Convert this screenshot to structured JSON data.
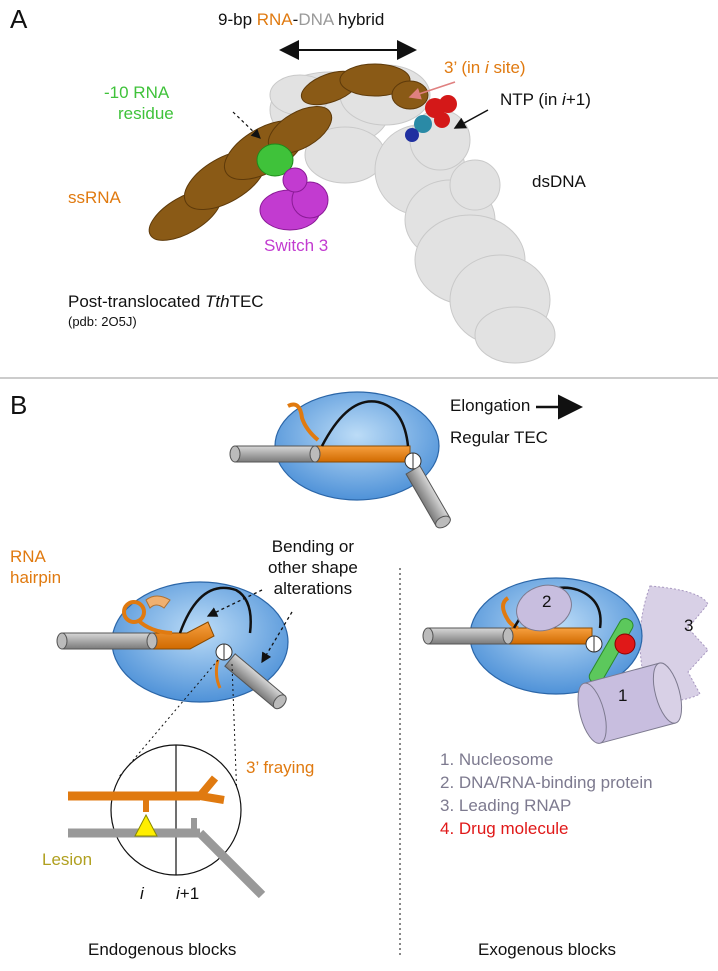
{
  "panelA": {
    "letter": "A",
    "hybrid_label_a": "9-bp ",
    "hybrid_label_b": "RNA",
    "hybrid_label_c": "-",
    "hybrid_label_d": "DNA",
    "hybrid_label_e": " hybrid",
    "three_prime_a": "3’ (in ",
    "three_prime_b": "i",
    "three_prime_c": " site)",
    "ntp_a": "NTP (in ",
    "ntp_b": "i",
    "ntp_c": "+1)",
    "minus10_line1": "-10 RNA",
    "minus10_line2": "residue",
    "ssrna": "ssRNA",
    "dsdna": "dsDNA",
    "switch3": "Switch 3",
    "post_a": "Post-translocated ",
    "post_b": "Tth",
    "post_c": "TEC",
    "pdb": "(pdb: 2O5J)"
  },
  "panelB": {
    "letter": "B",
    "elongation": "Elongation",
    "regular_tec": "Regular TEC",
    "rna_hairpin_line1": "RNA",
    "rna_hairpin_line2": "hairpin",
    "bending_line1": "Bending or",
    "bending_line2": "other shape",
    "bending_line3": "alterations",
    "fraying": "3’ fraying",
    "lesion": "Lesion",
    "site_i": "i",
    "site_i1_a": "i",
    "site_i1_b": "+1",
    "endogenous": "Endogenous blocks",
    "exogenous": "Exogenous blocks",
    "badge_1": "1",
    "badge_2": "2",
    "badge_3": "3",
    "legend": [
      {
        "text": "1. Nucleosome",
        "color": "#7d7a8f"
      },
      {
        "text": "2. DNA/RNA-binding protein",
        "color": "#7d7a8f"
      },
      {
        "text": "3. Leading RNAP",
        "color": "#7d7a8f"
      },
      {
        "text": "4. Drug molecule",
        "color": "#e01818"
      }
    ]
  },
  "colors": {
    "rna": "#e07a10",
    "dna": "#8c8c8c",
    "rnap": "#6aa8e6",
    "ssrna_brown": "#8a5a16",
    "switch3": "#c23bd0",
    "residue": "#3fc23a"
  }
}
